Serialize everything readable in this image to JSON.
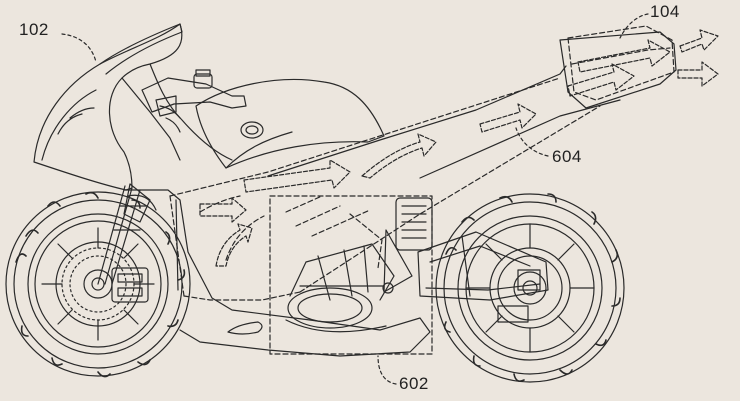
{
  "labels": {
    "body": "102",
    "exhaust": "104",
    "airflow_path": "604",
    "intake_region": "602"
  }
}
